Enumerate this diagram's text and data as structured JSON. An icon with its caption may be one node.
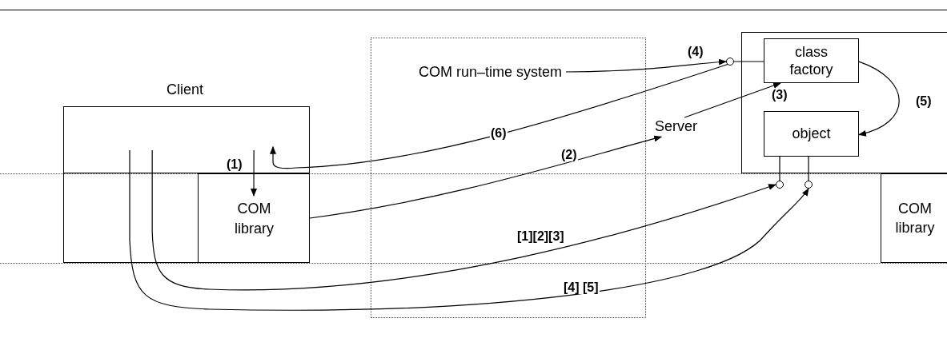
{
  "diagram": {
    "nodes": [
      {
        "text": [
          "Client"
        ]
      },
      {
        "text": [
          "COM library"
        ],
        "in": 0
      },
      {
        "text": [
          "COM run–time system"
        ]
      },
      {
        "text": [
          "Server"
        ]
      },
      {
        "text": [],
        "shape": "box"
      },
      {
        "text": [
          "class factory"
        ],
        "in": 4
      },
      {
        "text": [
          "object"
        ],
        "in": 4
      },
      {
        "text": [],
        "shape": "circle"
      },
      {
        "text": [],
        "shape": "circle"
      },
      {
        "text": [],
        "shape": "circle"
      },
      {
        "text": [
          "COM library"
        ]
      },
      {
        "text": [],
        "shape": "box",
        "in": 0
      }
    ],
    "edges": [
      {
        "from": 11,
        "to": 1,
        "arrow": "to",
        "label": "(1)"
      },
      {
        "from": 7,
        "to": 11,
        "arrow": "to",
        "label": "(6)"
      },
      {
        "from": 1,
        "to": 3,
        "arrow": "to",
        "label": "(2)"
      },
      {
        "from": 3,
        "to": 5,
        "arrow": "to",
        "label": "(3)"
      },
      {
        "from": 2,
        "to": 7,
        "arrow": "to",
        "label": "(4)"
      },
      {
        "from": 5,
        "to": 6,
        "arrow": "to",
        "label": "(5)"
      },
      {
        "from": 11,
        "to": 8,
        "arrow": "to",
        "label": "[1][2][3]"
      },
      {
        "from": 11,
        "to": 9,
        "arrow": "to",
        "label": "[4] [5]"
      },
      {
        "from": 7,
        "to": 5,
        "arrow": "none"
      },
      {
        "from": 8,
        "to": 6,
        "arrow": "none"
      },
      {
        "from": 9,
        "to": 6,
        "arrow": "none"
      }
    ]
  }
}
